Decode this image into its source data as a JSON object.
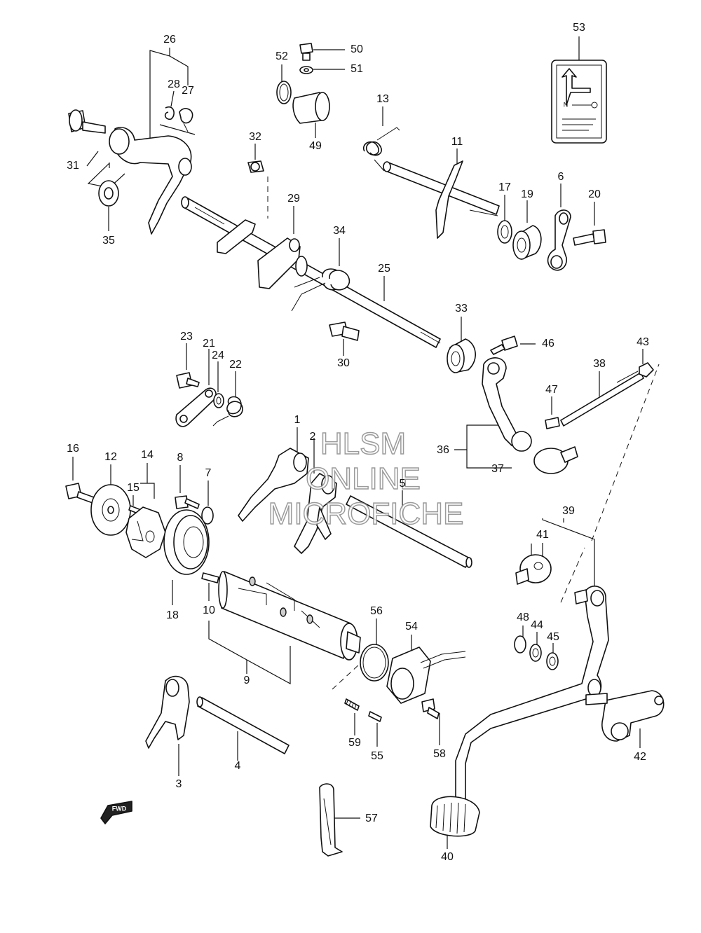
{
  "diagram": {
    "labels": [
      "1",
      "2",
      "3",
      "4",
      "5",
      "6",
      "8",
      "7",
      "9",
      "10",
      "11",
      "12",
      "13",
      "14",
      "15",
      "16",
      "17",
      "18",
      "19",
      "20",
      "21",
      "22",
      "23",
      "24",
      "25",
      "26",
      "27",
      "28",
      "29",
      "30",
      "31",
      "32",
      "33",
      "34",
      "35",
      "36",
      "37",
      "38",
      "39",
      "40",
      "41",
      "42",
      "43",
      "44",
      "45",
      "46",
      "47",
      "48",
      "49",
      "50",
      "51",
      "52",
      "53",
      "54",
      "55",
      "56",
      "57",
      "58",
      "59"
    ],
    "watermark": {
      "line1": "HLSM",
      "line2": "ONLINE",
      "line3": "MICROFICHE"
    },
    "fwd_label": "FWD",
    "indicator_marks": [
      "N"
    ]
  }
}
